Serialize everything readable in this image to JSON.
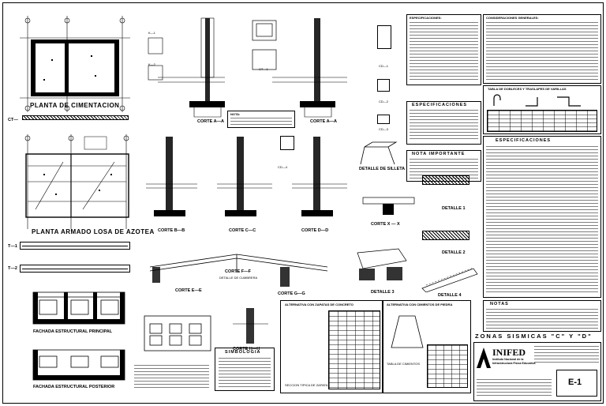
{
  "sheet": {
    "titles": {
      "planta_cimentacion": "PLANTA DE CIMENTACION",
      "planta_armado": "PLANTA ARMADO LOSA DE AZOTEA",
      "fachada_principal": "FACHADA ESTRUCTURAL PRINCIPAL",
      "fachada_posterior": "FACHADA ESTRUCTURAL POSTERIOR",
      "corte_aa_1": "CORTE A—A",
      "corte_aa_2": "CORTE A—A",
      "corte_bb": "CORTE B—B",
      "corte_cc": "CORTE C—C",
      "corte_dd": "CORTE D—D",
      "corte_ee": "CORTE E—E",
      "corte_ff": "CORTE F—F",
      "detalle_cumbrera": "DETALLE DE CUMBRERA",
      "corte_gg": "CORTE G—G",
      "corte_hh": "CORTE H—H",
      "corte_xx": "CORTE X — X",
      "detalle_silleta": "DETALLE DE SILLETA",
      "detalle_1": "DETALLE 1",
      "detalle_2": "DETALLE 2",
      "detalle_3": "DETALLE 3",
      "detalle_4": "DETALLE 4",
      "nota": "NOTA:",
      "simbologia": "SIMBOLOGIA",
      "alternativa_zapatas": "ALTERNATIVA CON ZAPATAS DE CONCRETO",
      "alternativa_cimientos": "ALTERNATIVA CON CIMIENTOS DE PIEDRA",
      "seccion_zapata": "SECCION TIPICA DE ZAPATA",
      "tabla_cimientos": "TABLA DE CIMIENTOS",
      "especificaciones_1": "ESPECIFICACIONES:",
      "especificaciones_2": "ESPECIFICACIONES",
      "especificaciones_3": "ESPECIFICACIONES",
      "nota_importante": "NOTA IMPORTANTE",
      "consideraciones": "CONSIDERACIONES GENERALES:",
      "tabla_dobleces": "TABLA DE DOBLECES Y TRASLAPES DE VARILLAS",
      "notas": "NOTAS",
      "zonas_sismicas": "ZONAS SISMICAS \"C\" Y \"D\""
    },
    "markers": {
      "ct": "CT—",
      "t1": "T—1",
      "t2": "T—2",
      "ct1": "CT—1",
      "cd1": "CD—1",
      "cd2": "CD—2",
      "cd3": "CD—3",
      "cd4": "CD—4",
      "k1": "K—1",
      "k2": "K—2"
    },
    "logo": {
      "name": "INIFED",
      "line1": "Instituto Nacional de la",
      "line2": "Infraestructura Fisica Educativa"
    },
    "plan_code": "E-1"
  },
  "colors": {
    "ink": "#000000",
    "paper": "#ffffff"
  }
}
